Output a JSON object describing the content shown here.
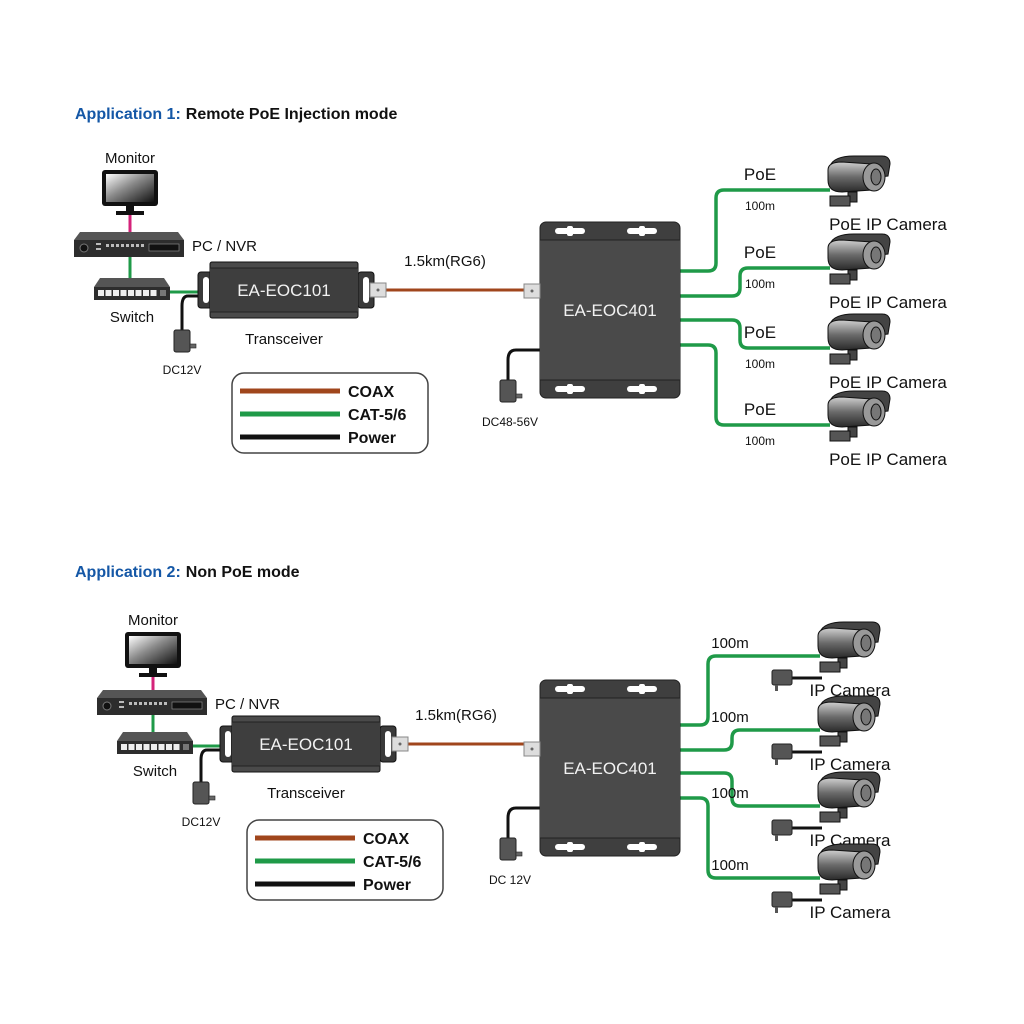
{
  "colors": {
    "title_blue": "#1457a6",
    "coax": "#a0461c",
    "cat": "#1f9a48",
    "power": "#111111",
    "video": "#d4237a",
    "device_dark": "#4a4a4a"
  },
  "applications": [
    {
      "title_prefix": "Application 1:",
      "title_mode": "Remote PoE Injection mode",
      "monitor_label": "Monitor",
      "nvr_label": "PC / NVR",
      "switch_label": "Switch",
      "transceiver": {
        "model": "EA-EOC101",
        "caption": "Transceiver",
        "power": "DC12V"
      },
      "coax_label": "1.5km(RG6)",
      "hub": {
        "model": "EA-EOC401",
        "power": "DC48-56V"
      },
      "cameras": [
        {
          "link_type": "PoE",
          "distance": "100m",
          "label": "PoE IP Camera"
        },
        {
          "link_type": "PoE",
          "distance": "100m",
          "label": "PoE IP Camera"
        },
        {
          "link_type": "PoE",
          "distance": "100m",
          "label": "PoE IP Camera"
        },
        {
          "link_type": "PoE",
          "distance": "100m",
          "label": "PoE IP Camera"
        }
      ],
      "legend": [
        {
          "label": "COAX",
          "type": "coax"
        },
        {
          "label": "CAT-5/6",
          "type": "cat"
        },
        {
          "label": "Power",
          "type": "power"
        }
      ]
    },
    {
      "title_prefix": "Application 2:",
      "title_mode": "Non PoE mode",
      "monitor_label": "Monitor",
      "nvr_label": "PC / NVR",
      "switch_label": "Switch",
      "transceiver": {
        "model": "EA-EOC101",
        "caption": "Transceiver",
        "power": "DC12V"
      },
      "coax_label": "1.5km(RG6)",
      "hub": {
        "model": "EA-EOC401",
        "power": "DC 12V"
      },
      "cameras": [
        {
          "link_type": "",
          "distance": "100m",
          "label": "IP Camera"
        },
        {
          "link_type": "",
          "distance": "100m",
          "label": "IP Camera"
        },
        {
          "link_type": "",
          "distance": "100m",
          "label": "IP Camera"
        },
        {
          "link_type": "",
          "distance": "100m",
          "label": "IP Camera"
        }
      ],
      "legend": [
        {
          "label": "COAX",
          "type": "coax"
        },
        {
          "label": "CAT-5/6",
          "type": "cat"
        },
        {
          "label": "Power",
          "type": "power"
        }
      ]
    }
  ]
}
